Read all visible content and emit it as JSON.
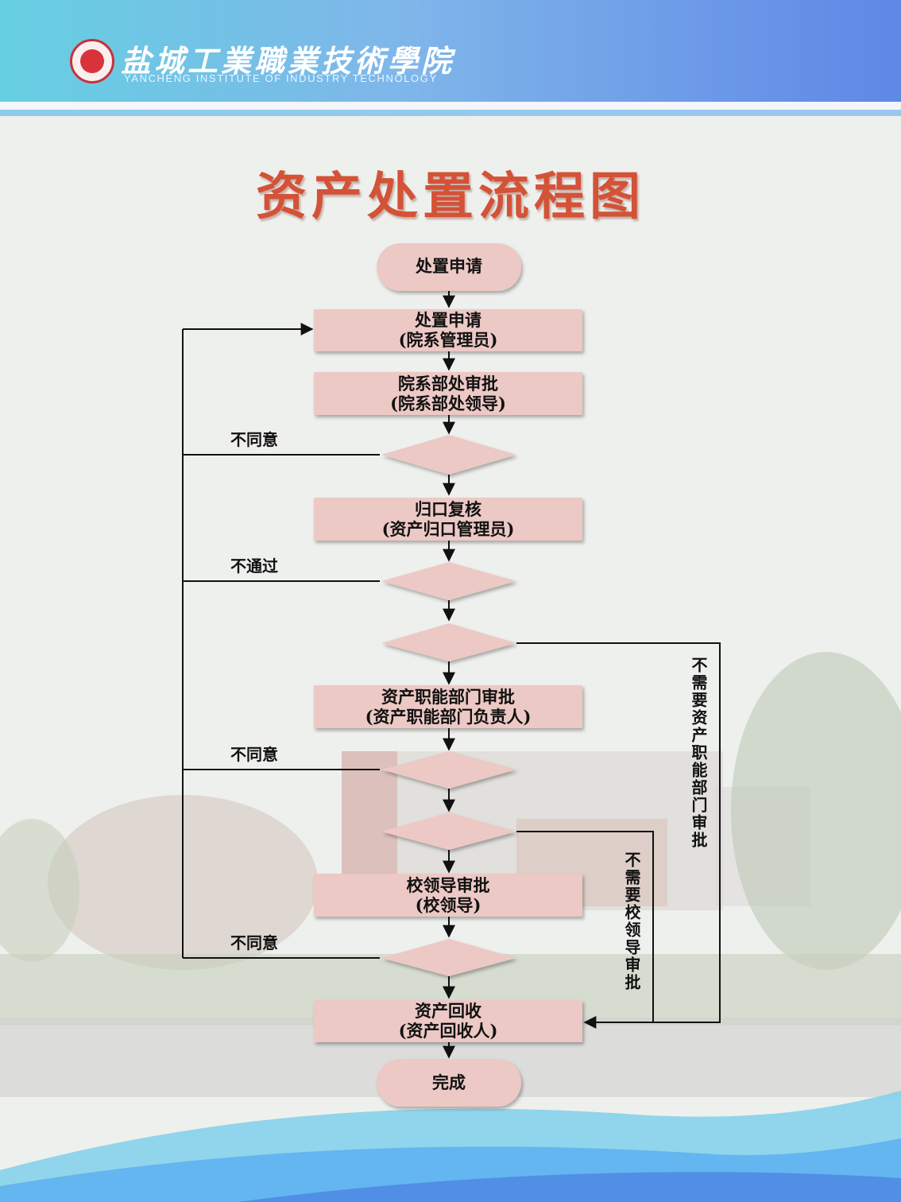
{
  "header": {
    "school_name_cn": "盐城工業職業技術學院",
    "school_name_en": "YANCHENG INSTITUTE OF INDUSTRY TECHNOLOGY"
  },
  "title": "资产处置流程图",
  "flow": {
    "start": "处置申请",
    "step1_line1": "处置申请",
    "step1_line2": "(院系管理员)",
    "step2_line1": "院系部处审批",
    "step2_line2": "(院系部处领导)",
    "step3_line1": "归口复核",
    "step3_line2": "(资产归口管理员)",
    "step4_line1": "资产职能部门审批",
    "step4_line2": "(资产职能部门负责人)",
    "step5_line1": "校领导审批",
    "step5_line2": "(校领导)",
    "step6_line1": "资产回收",
    "step6_line2": "(资产回收人)",
    "end": "完成",
    "reject1": "不同意",
    "reject2": "不通过",
    "reject3": "不同意",
    "reject4": "不同意",
    "skip_dept": "不需要资产职能部门审批",
    "skip_leader": "不需要校领导审批"
  },
  "colors": {
    "header_start": "#66cfe1",
    "header_end": "#5f87e6",
    "title": "#d45237",
    "node_fill": "#ecc9c5",
    "line": "#111111"
  }
}
